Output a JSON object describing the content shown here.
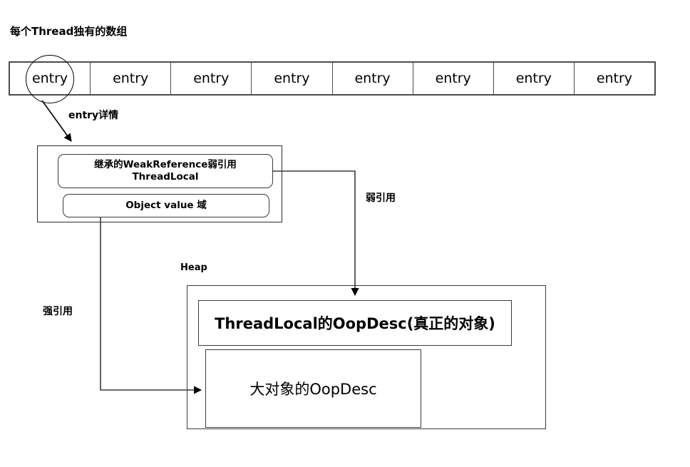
{
  "diagram": {
    "title": "每个Thread独有的数组",
    "array": {
      "name": "thread-local-entry-array",
      "cells": [
        {
          "label": "entry"
        },
        {
          "label": "entry"
        },
        {
          "label": "entry"
        },
        {
          "label": "entry"
        },
        {
          "label": "entry"
        },
        {
          "label": "entry"
        },
        {
          "label": "entry"
        },
        {
          "label": "entry"
        }
      ],
      "highlighted_index": 0
    },
    "entry_detail": {
      "callout_label": "entry详情",
      "weak_reference_field": "继承的WeakReference弱引用\nThreadLocal",
      "weak_reference_field_line1": "继承的WeakReference弱引用",
      "weak_reference_field_line2": "ThreadLocal",
      "value_field": "Object value 域"
    },
    "heap": {
      "label": "Heap",
      "objects": [
        {
          "label": "ThreadLocal的OopDesc(真正的对象)"
        },
        {
          "label": "大对象的OopDesc"
        }
      ],
      "threadlocal_object": "ThreadLocal的OopDesc(真正的对象)",
      "big_object": "大对象的OopDesc"
    },
    "edges": {
      "weak_reference": "弱引用",
      "strong_reference": "强引用"
    },
    "colors": {
      "background": "#ffffff",
      "stroke": "#3a3a3a",
      "text": "#000000",
      "array_border": "#4d4d4d"
    }
  }
}
